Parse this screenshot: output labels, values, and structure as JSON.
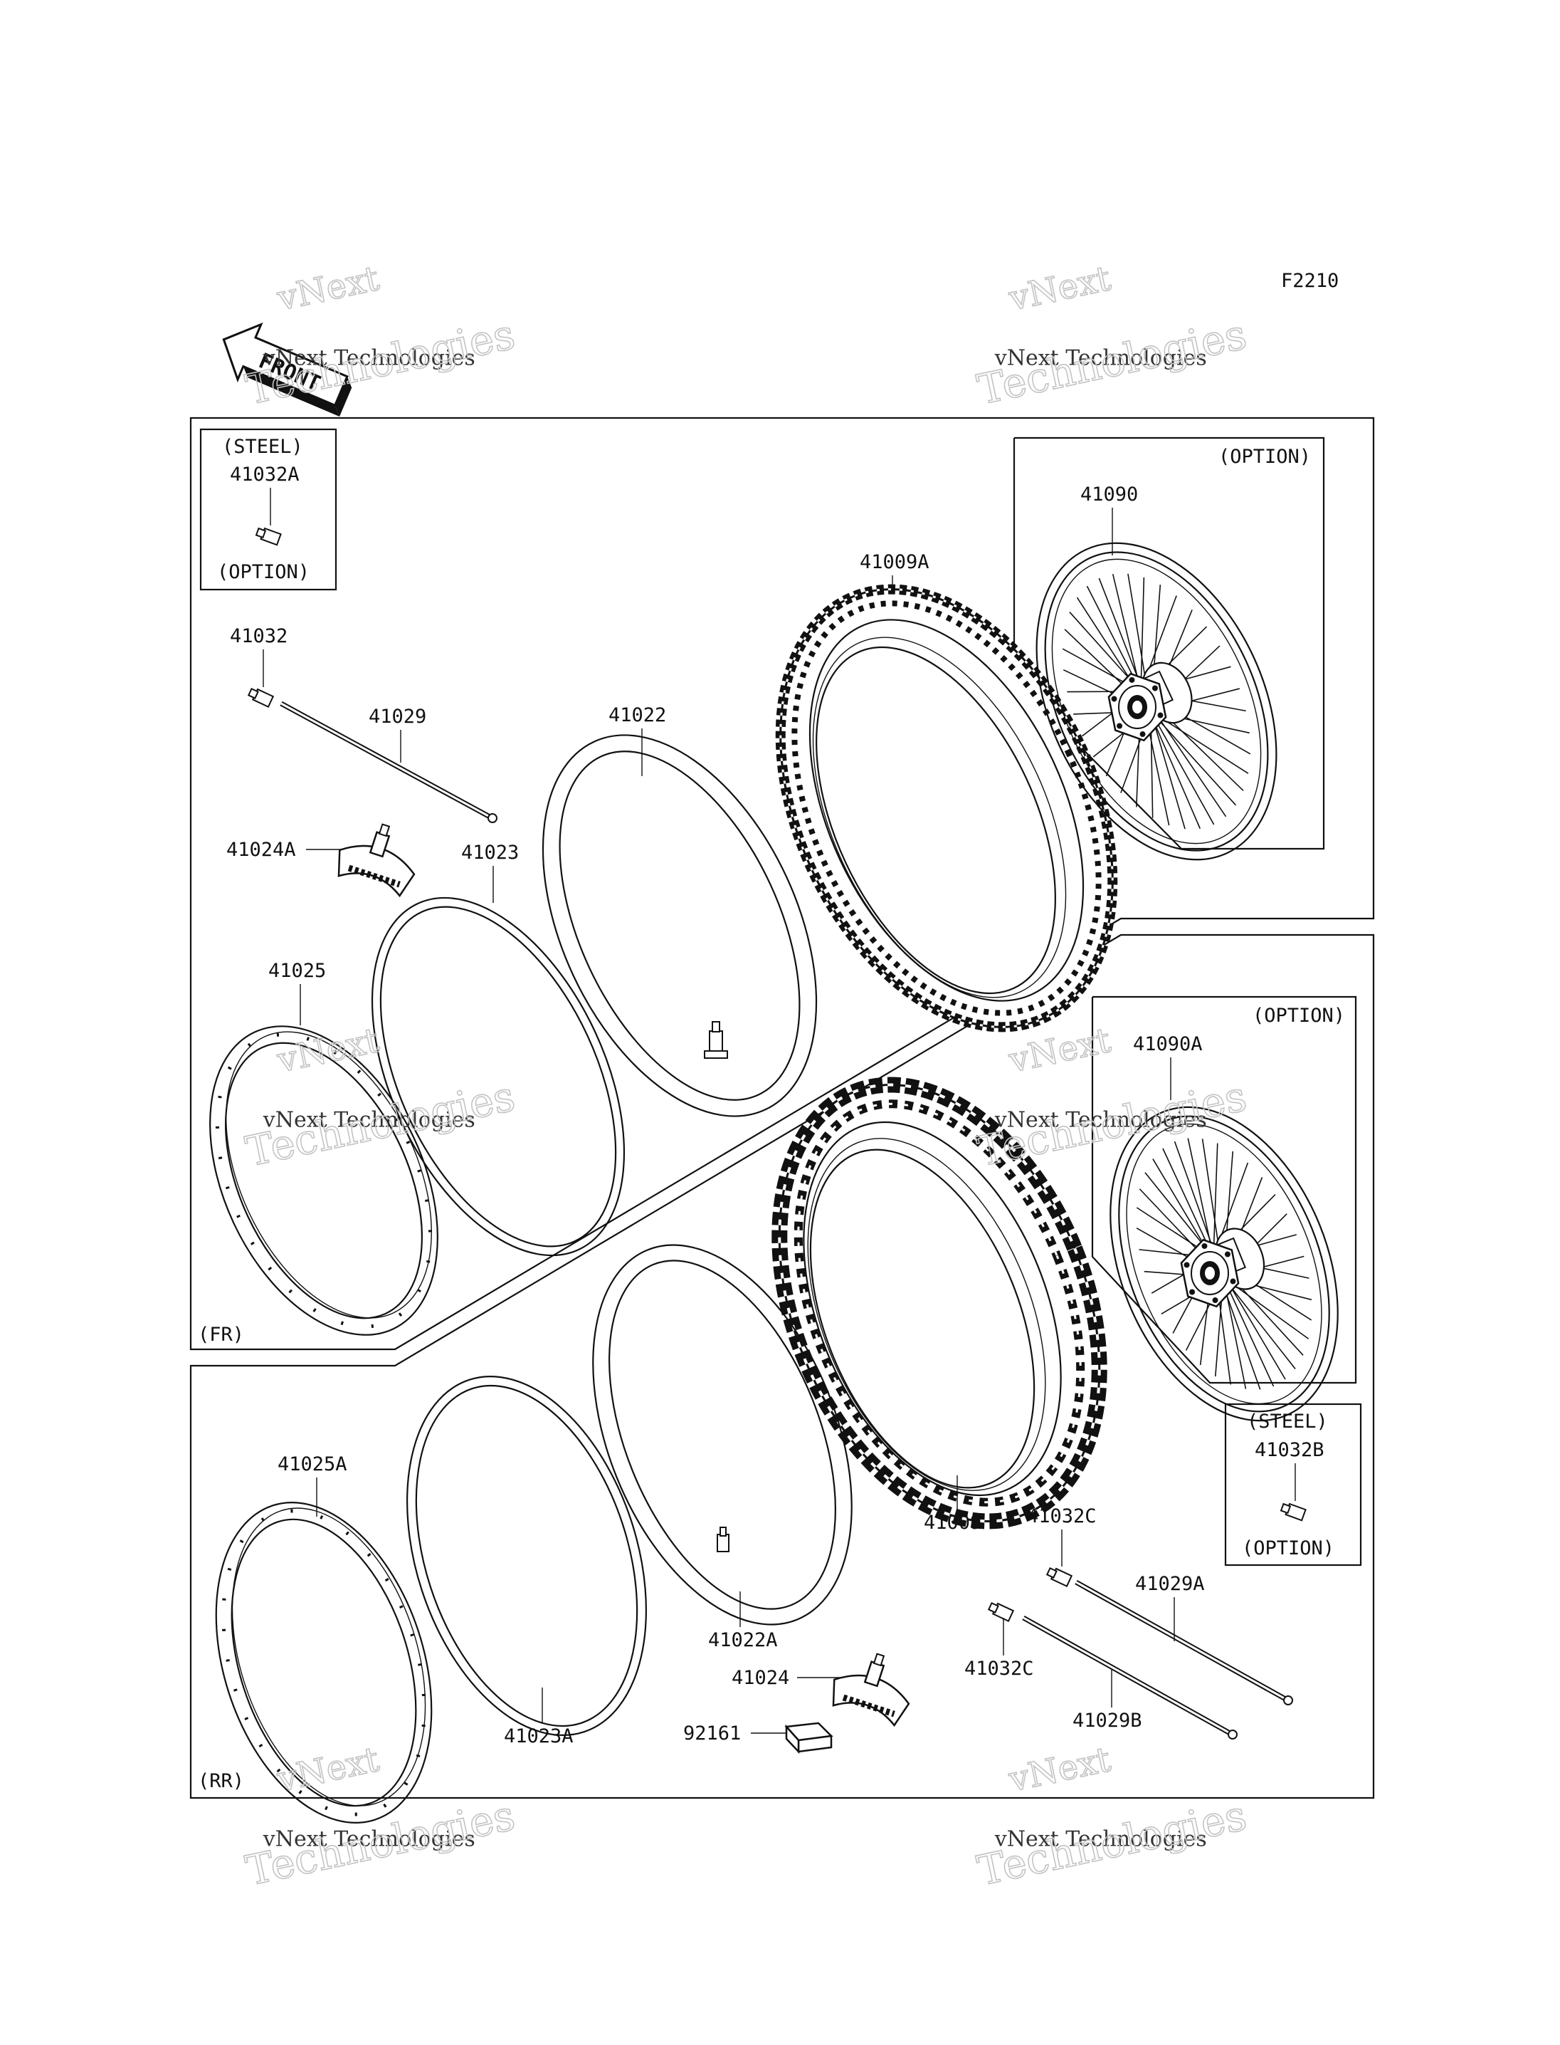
{
  "diagram": {
    "code": "F2210",
    "front_arrow": "FRONT",
    "sections": {
      "front": "(FR)",
      "rear": "(RR)"
    },
    "watermark": {
      "line1": "vNext",
      "line2": "vNext Technologies",
      "line3": "Technologies"
    },
    "option_boxes": {
      "steel_front": {
        "top": "(STEEL)",
        "part": "41032A",
        "bottom": "(OPTION)"
      },
      "steel_rear": {
        "top": "(STEEL)",
        "part": "41032B",
        "bottom": "(OPTION)"
      },
      "wheel_front": {
        "tag": "(OPTION)",
        "part": "41090"
      },
      "wheel_rear": {
        "tag": "(OPTION)",
        "part": "41090A"
      }
    },
    "parts": {
      "p41032": "41032",
      "p41029": "41029",
      "p41022": "41022",
      "p41009A": "41009A",
      "p41024A": "41024A",
      "p41023": "41023",
      "p41025": "41025",
      "p41025A": "41025A",
      "p41023A": "41023A",
      "p41022A": "41022A",
      "p41009": "41009",
      "p41032C_top": "41032C",
      "p41032C_bottom": "41032C",
      "p41029A": "41029A",
      "p41029B": "41029B",
      "p41024": "41024",
      "p92161": "92161"
    }
  }
}
